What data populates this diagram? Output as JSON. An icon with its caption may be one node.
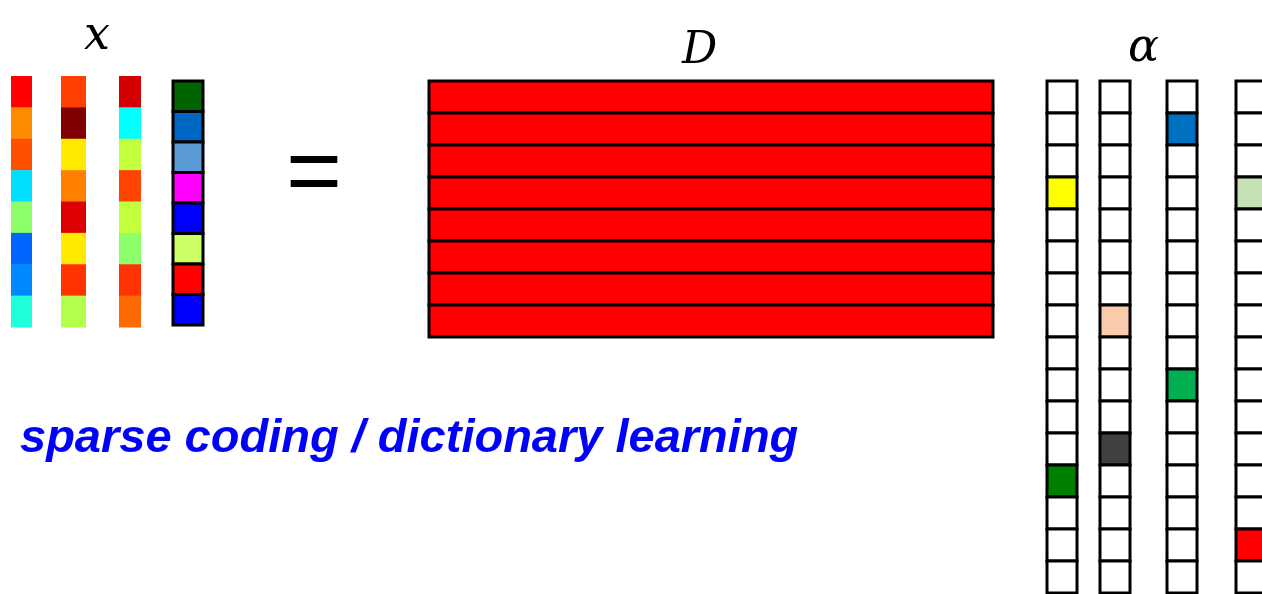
{
  "diagram": {
    "labels": [
      "x",
      "D",
      "α",
      "=",
      "sparse coding / dictionary learning"
    ]
  }
}
